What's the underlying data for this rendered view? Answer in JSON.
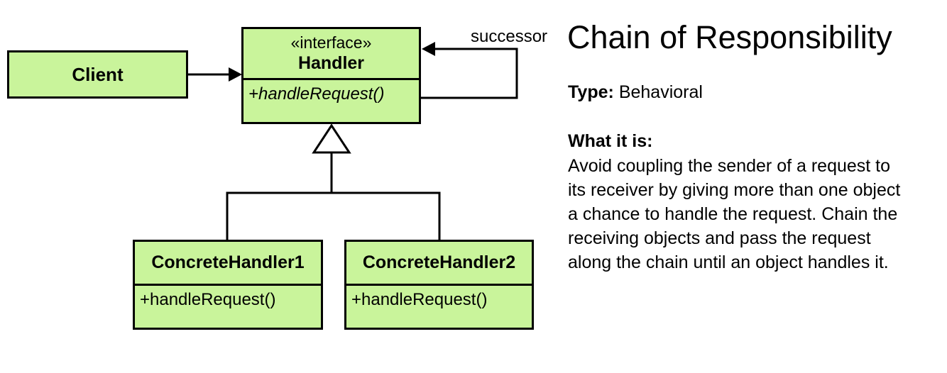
{
  "colors": {
    "class_fill": "#c9f49b",
    "line": "#000000",
    "background": "#ffffff",
    "text": "#000000"
  },
  "diagram": {
    "client": {
      "name": "Client"
    },
    "handler": {
      "stereotype": "«interface»",
      "name": "Handler",
      "method": "+handleRequest()"
    },
    "concrete_handler_1": {
      "name": "ConcreteHandler1",
      "method": "+handleRequest()"
    },
    "concrete_handler_2": {
      "name": "ConcreteHandler2",
      "method": "+handleRequest()"
    },
    "successor_label": "successor"
  },
  "info": {
    "title": "Chain of Responsibility",
    "type_label": "Type:",
    "type_value": "Behavioral",
    "what_label": "What it is:",
    "description_lines": [
      "Avoid coupling the sender of a request to",
      "its receiver by giving more than one object",
      "a chance to handle the request. Chain the",
      "receiving objects and pass the request",
      "along the chain until an object handles it."
    ]
  }
}
